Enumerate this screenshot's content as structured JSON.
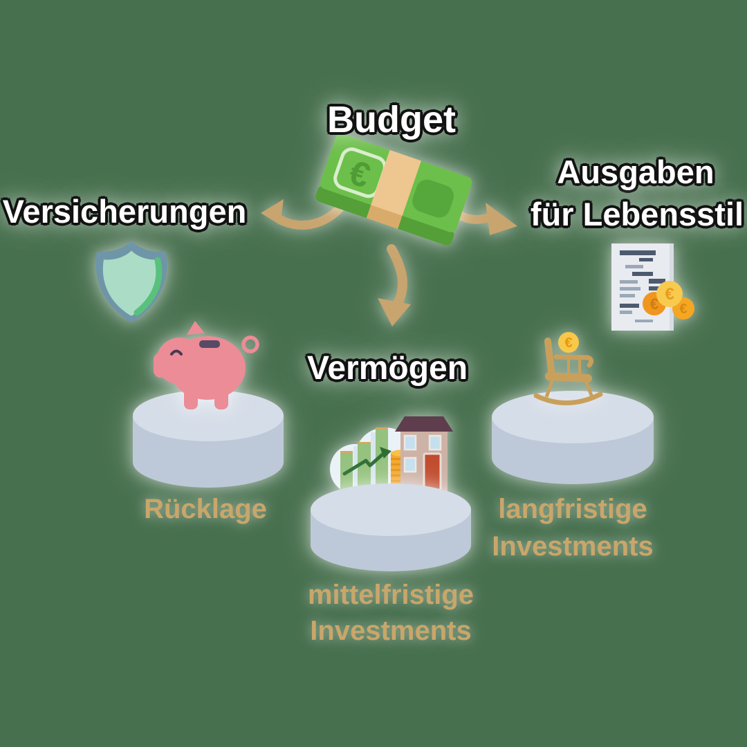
{
  "background_color": "#47704e",
  "labels": {
    "budget": "Budget",
    "versicherungen": "Versicherungen",
    "ausgaben_line1": "Ausgaben",
    "ausgaben_line2": "für Lebensstil",
    "vermoegen": "Vermögen",
    "ruecklage": "Rücklage",
    "mittelfristige_line1": "mittelfristige",
    "mittelfristige_line2": "Investments",
    "langfristige_line1": "langfristige",
    "langfristige_line2": "Investments"
  },
  "symbols": {
    "euro": "€"
  },
  "icons": {
    "budget_icon": "euro-banknote-bundle",
    "versicherungen_icon": "shield",
    "ausgaben_icon": "receipt-with-euro-coins",
    "ruecklage_icon": "piggy-bank",
    "mittelfristige_icon": "bar-chart-coin-stack-house",
    "langfristige_icon": "rocking-chair-with-euro-coin",
    "flow_icons": [
      "curved-arrow-left",
      "curved-arrow-right",
      "curved-arrow-down"
    ]
  },
  "structure": {
    "source": "Budget",
    "targets": [
      "Versicherungen",
      "Ausgaben für Lebensstil",
      "Vermögen"
    ],
    "vermoegen_pillars": [
      "Rücklage",
      "mittelfristige Investments",
      "langfristige Investments"
    ]
  },
  "colors": {
    "background": "#47704e",
    "heading_text": "#ffffff",
    "heading_outline": "#121212",
    "label_gold": "#c9a66a",
    "arrow_tan": "#c8a46e",
    "pedestal_body": "#bdc9d8",
    "pedestal_top": "#d5dde8",
    "banknote_green": "#6cbf4a",
    "piggy_pink": "#ec8c96",
    "shield_fill": "#abdcc6",
    "shield_border": "#6e95a8",
    "coin_gold": "#f8ca4d",
    "coin_orange": "#f5a623"
  }
}
